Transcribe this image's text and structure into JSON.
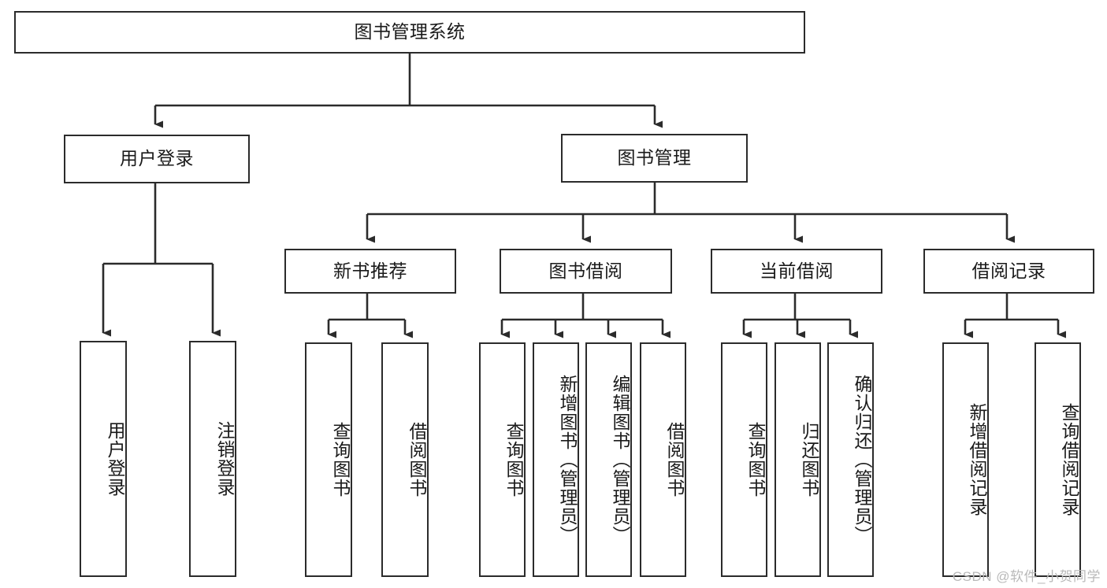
{
  "diagram": {
    "title": "图书管理系统",
    "watermark": "CSDN @软件_小贺同学",
    "line_color": "#2b2b2b",
    "background_color": "#ffffff",
    "text_color": "#1a1a1a",
    "watermark_color": "#b9b9b9"
  },
  "chart_data": {
    "type": "tree-diagram",
    "title": "图书管理系统",
    "orientation": "top-down",
    "levels": 4,
    "nodes": [
      {
        "id": "root",
        "label": "图书管理系统",
        "level": 0,
        "parent": null,
        "orientation": "horizontal"
      },
      {
        "id": "login",
        "label": "用户登录",
        "level": 1,
        "parent": "root",
        "orientation": "horizontal"
      },
      {
        "id": "bookmgmt",
        "label": "图书管理",
        "level": 1,
        "parent": "root",
        "orientation": "horizontal"
      },
      {
        "id": "newbook",
        "label": "新书推荐",
        "level": 2,
        "parent": "bookmgmt",
        "orientation": "horizontal"
      },
      {
        "id": "borrow",
        "label": "图书借阅",
        "level": 2,
        "parent": "bookmgmt",
        "orientation": "horizontal"
      },
      {
        "id": "current",
        "label": "当前借阅",
        "level": 2,
        "parent": "bookmgmt",
        "orientation": "horizontal"
      },
      {
        "id": "records",
        "label": "借阅记录",
        "level": 2,
        "parent": "bookmgmt",
        "orientation": "horizontal"
      },
      {
        "id": "leaf1",
        "label": "用户登录",
        "level": 2,
        "parent": "login",
        "orientation": "vertical"
      },
      {
        "id": "leaf2",
        "label": "注销登录",
        "level": 2,
        "parent": "login",
        "orientation": "vertical"
      },
      {
        "id": "leaf3",
        "label": "查询图书",
        "level": 3,
        "parent": "newbook",
        "orientation": "vertical"
      },
      {
        "id": "leaf4",
        "label": "借阅图书",
        "level": 3,
        "parent": "newbook",
        "orientation": "vertical"
      },
      {
        "id": "leaf5",
        "label": "查询图书",
        "level": 3,
        "parent": "borrow",
        "orientation": "vertical"
      },
      {
        "id": "leaf6",
        "label": "新增图书（管理员）",
        "level": 3,
        "parent": "borrow",
        "orientation": "vertical"
      },
      {
        "id": "leaf7",
        "label": "编辑图书（管理员）",
        "level": 3,
        "parent": "borrow",
        "orientation": "vertical"
      },
      {
        "id": "leaf8",
        "label": "借阅图书",
        "level": 3,
        "parent": "borrow",
        "orientation": "vertical"
      },
      {
        "id": "leaf9",
        "label": "查询图书",
        "level": 3,
        "parent": "current",
        "orientation": "vertical"
      },
      {
        "id": "leaf10",
        "label": "归还图书",
        "level": 3,
        "parent": "current",
        "orientation": "vertical"
      },
      {
        "id": "leaf11",
        "label": "确认归还（管理员）",
        "level": 3,
        "parent": "current",
        "orientation": "vertical"
      },
      {
        "id": "leaf12",
        "label": "新增借阅记录",
        "level": 3,
        "parent": "records",
        "orientation": "vertical"
      },
      {
        "id": "leaf13",
        "label": "查询借阅记录",
        "level": 3,
        "parent": "records",
        "orientation": "vertical"
      }
    ]
  }
}
